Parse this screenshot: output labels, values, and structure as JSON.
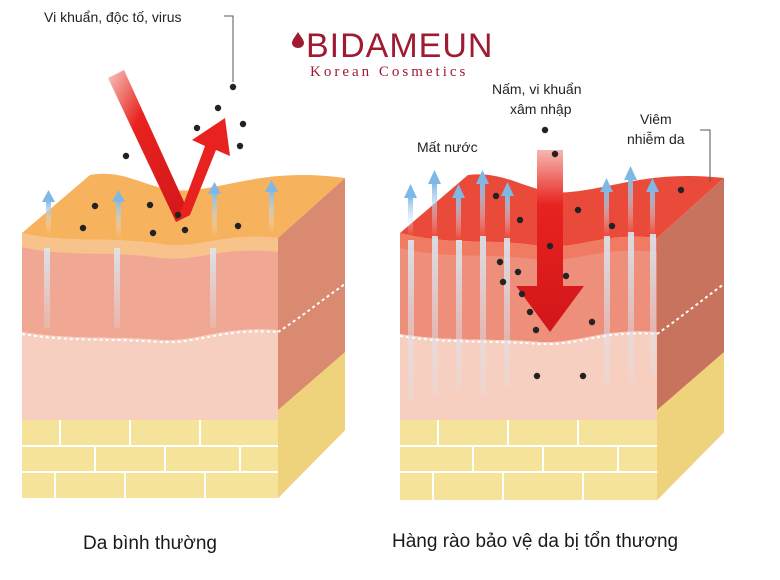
{
  "brand": {
    "name": "BIDAMEUN",
    "tagline": "Korean Cosmetics"
  },
  "labels": {
    "pathogens": "Vi khuẩn, độc tố, virus",
    "fungi_line1": "Nấm, vi khuẩn",
    "fungi_line2": "xâm nhập",
    "dehydration": "Mất nước",
    "inflammation_line1": "Viêm",
    "inflammation_line2": "nhiễm da"
  },
  "captions": {
    "normal": "Da bình thường",
    "damaged": "Hàng rào bảo vệ da bị tổn thương"
  },
  "colors": {
    "brand": "#9e1b32",
    "arrow_red": "#e8231f",
    "moisture": "#8cc3e8",
    "normal_top": "#f6b25c",
    "damaged_top": "#ea4a3a",
    "dermis": "#f2b9a6",
    "fat": "#f6e39a"
  }
}
